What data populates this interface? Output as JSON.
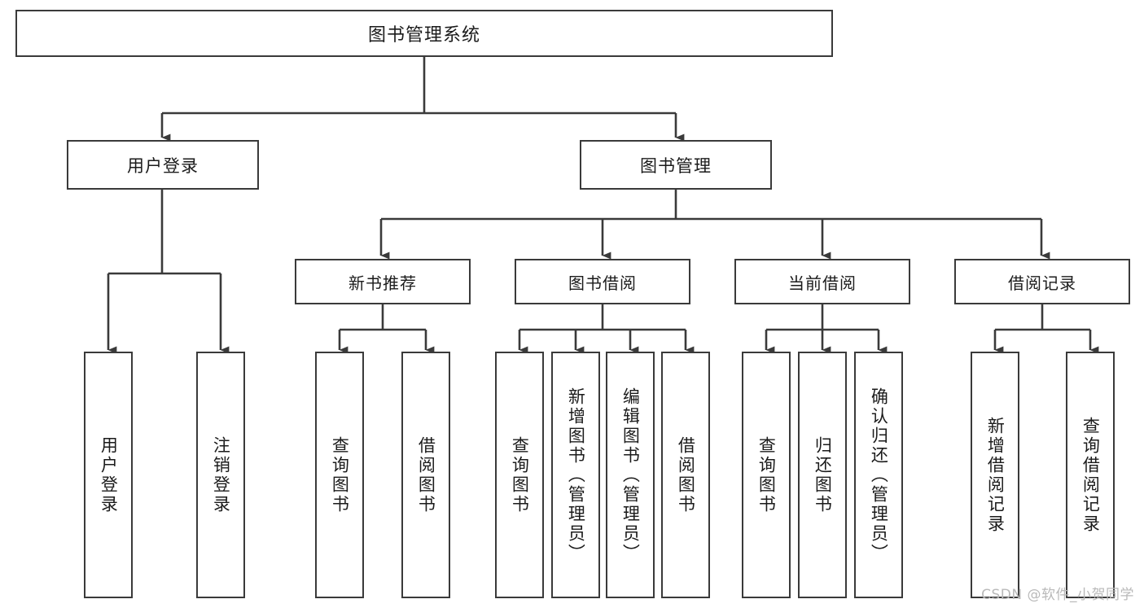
{
  "diagram": {
    "kind": "function-structure-tree",
    "title": "图书管理系统",
    "colors": {
      "background": "#ffffff",
      "node_border": "#3a3a3a",
      "node_fill": "#ffffff",
      "edge": "#3a3a3a",
      "text": "#1b1b1b",
      "watermark": "#b9b9b9"
    },
    "root": {
      "label": "图书管理系统"
    },
    "level1": [
      {
        "id": "user-login",
        "label": "用户登录"
      },
      {
        "id": "book-manage",
        "label": "图书管理"
      }
    ],
    "level2": [
      {
        "id": "new-book-recommend",
        "label": "新书推荐",
        "parent": "book-manage"
      },
      {
        "id": "book-borrow",
        "label": "图书借阅",
        "parent": "book-manage"
      },
      {
        "id": "current-borrow",
        "label": "当前借阅",
        "parent": "book-manage"
      },
      {
        "id": "borrow-record",
        "label": "借阅记录",
        "parent": "book-manage"
      }
    ],
    "leaves": [
      {
        "id": "leaf-user-login",
        "label": "用户登录",
        "parent": "user-login"
      },
      {
        "id": "leaf-logout-login",
        "label": "注销登录",
        "parent": "user-login"
      },
      {
        "id": "leaf-query-book-1",
        "label": "查询图书",
        "parent": "new-book-recommend"
      },
      {
        "id": "leaf-borrow-book-1",
        "label": "借阅图书",
        "parent": "new-book-recommend"
      },
      {
        "id": "leaf-query-book-2",
        "label": "查询图书",
        "parent": "book-borrow"
      },
      {
        "id": "leaf-add-book-admin",
        "label": "新增图书（管理员）",
        "parent": "book-borrow"
      },
      {
        "id": "leaf-edit-book-admin",
        "label": "编辑图书（管理员）",
        "parent": "book-borrow"
      },
      {
        "id": "leaf-borrow-book-2",
        "label": "借阅图书",
        "parent": "book-borrow"
      },
      {
        "id": "leaf-query-book-3",
        "label": "查询图书",
        "parent": "current-borrow"
      },
      {
        "id": "leaf-return-book",
        "label": "归还图书",
        "parent": "current-borrow"
      },
      {
        "id": "leaf-confirm-return",
        "label": "确认归还（管理员）",
        "parent": "current-borrow"
      },
      {
        "id": "leaf-add-record",
        "label": "新增借阅记录",
        "parent": "borrow-record"
      },
      {
        "id": "leaf-query-record",
        "label": "查询借阅记录",
        "parent": "borrow-record"
      }
    ],
    "watermark": "CSDN @软件_小贺同学"
  }
}
